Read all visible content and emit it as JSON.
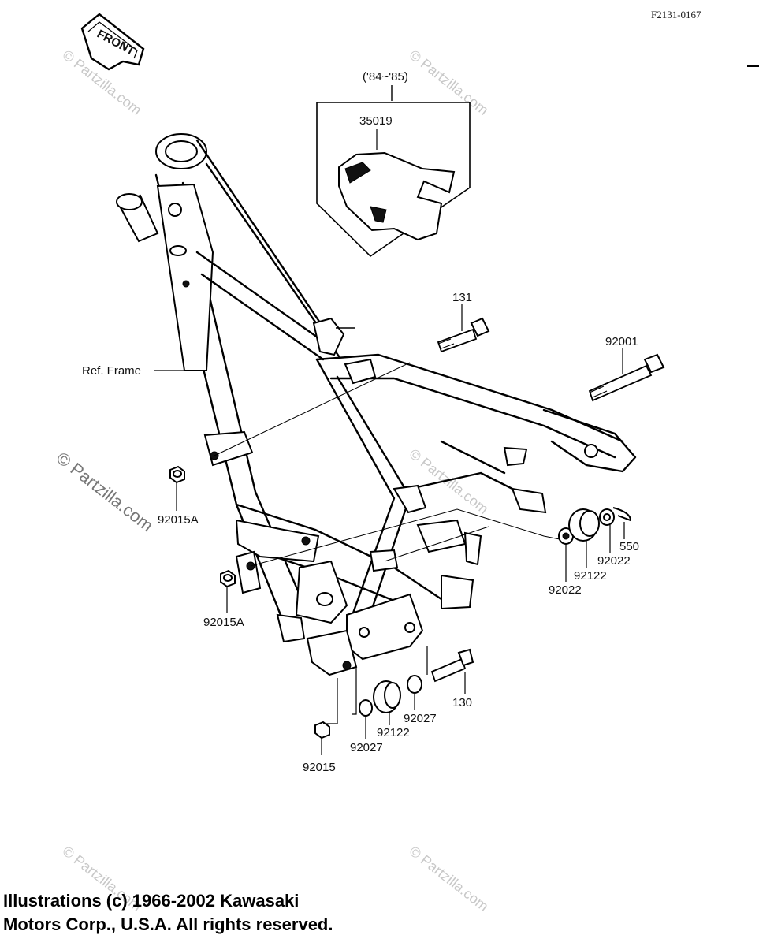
{
  "header": {
    "ref_code": "F2131-0167",
    "front_arrow": "FRONT"
  },
  "inset": {
    "years": "('84~'85)",
    "part": "35019"
  },
  "callouts": {
    "p131": "131",
    "p92001": "92001",
    "ref_frame": "Ref. Frame",
    "p92015a_upper": "92015A",
    "p92015a_lower": "92015A",
    "p550": "550",
    "p92022_right": "92022",
    "p92122_right": "92122",
    "p92022_left": "92022",
    "p130": "130",
    "p92027_right": "92027",
    "p92122_bottom": "92122",
    "p92027_left": "92027",
    "p92015": "92015"
  },
  "watermark": {
    "text": "© Partzilla.com"
  },
  "footer": {
    "line1": "Illustrations (c) 1966-2002 Kawasaki",
    "line2": "Motors Corp., U.S.A.  All rights reserved."
  }
}
